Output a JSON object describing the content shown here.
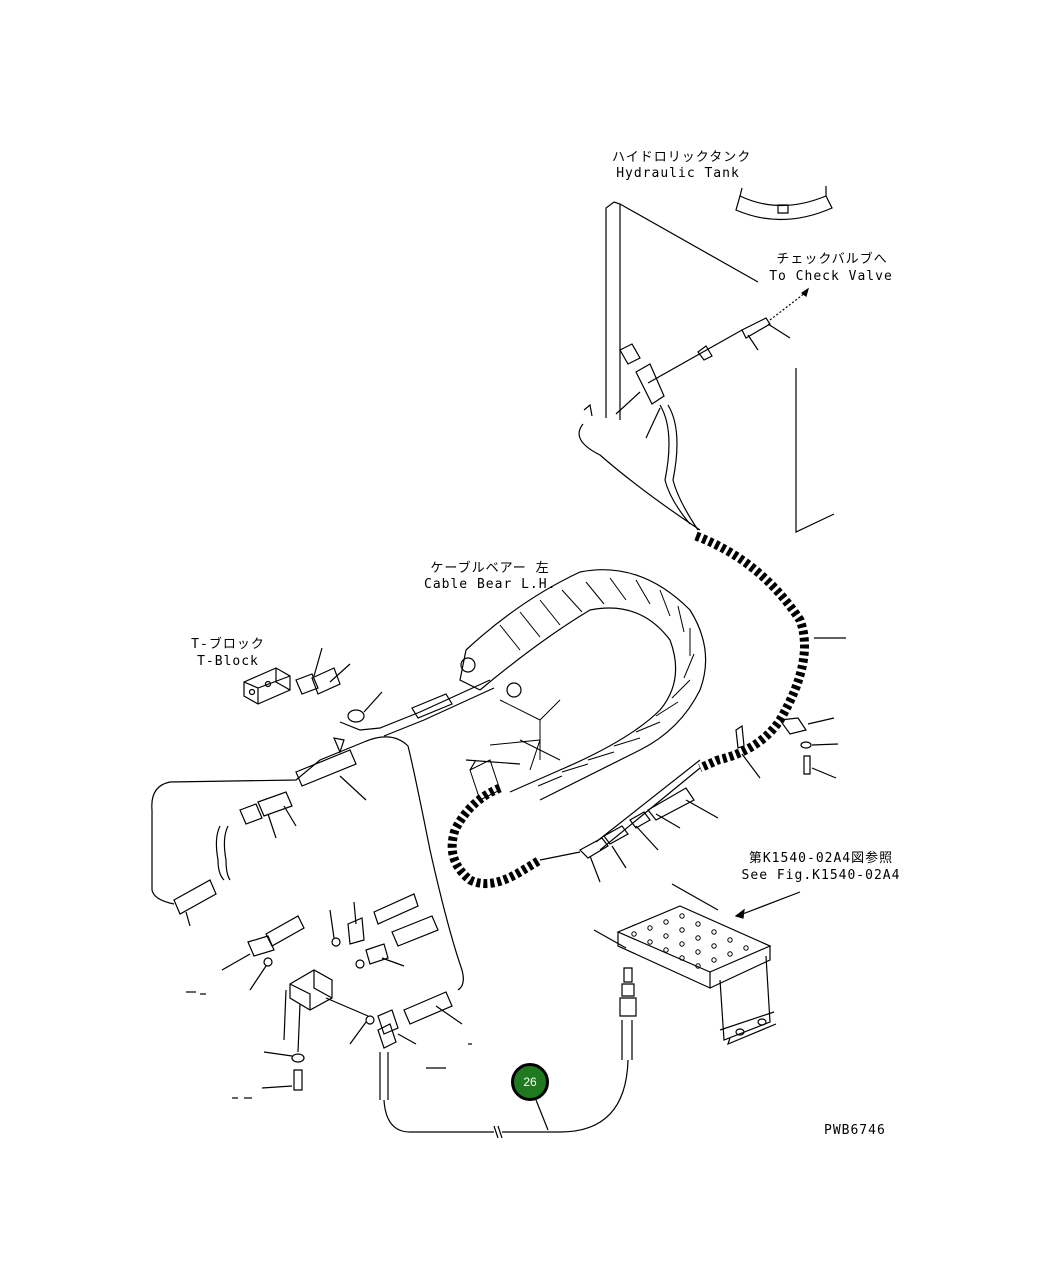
{
  "labels": {
    "hydraulic_tank_jp": "ハイドロリックタンク",
    "hydraulic_tank_en": "Hydraulic Tank",
    "check_valve_jp": "チェックバルブへ",
    "check_valve_en": "To Check Valve",
    "cable_bear_jp": "ケーブルベアー 左",
    "cable_bear_en": "Cable Bear L.H.",
    "t_block_jp": "T-ブロック",
    "t_block_en": "T-Block",
    "see_fig_jp": "第K1540-02A4図参照",
    "see_fig_en": "See Fig.K1540-02A4",
    "drawing_code": "PWB6746"
  },
  "callouts": [
    {
      "number": "26",
      "color": "#1f7a1f"
    }
  ]
}
